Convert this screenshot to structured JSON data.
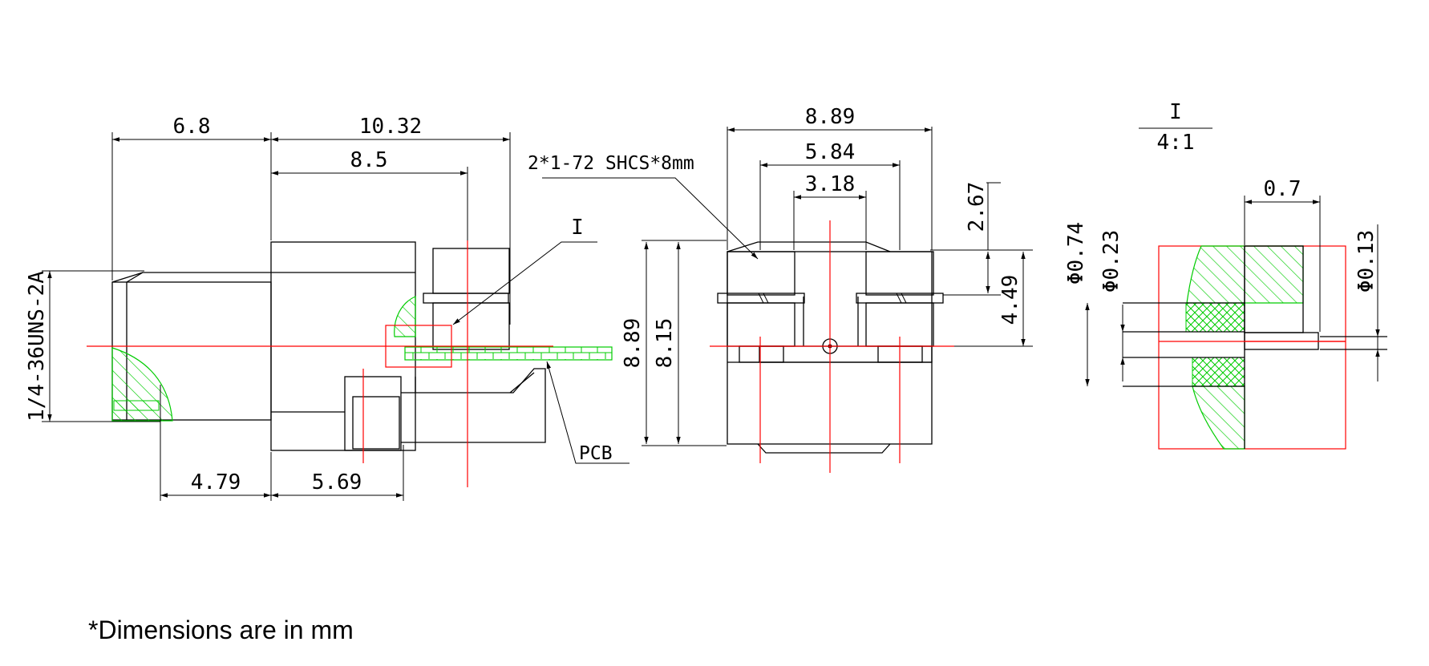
{
  "side_view": {
    "dims": {
      "top_left": "6.8",
      "top_right": "10.32",
      "mid": "8.5",
      "thread": "1/4-36UNS-2A",
      "bottom_left": "4.79",
      "bottom_right": "5.69"
    },
    "detail_callout": "I",
    "pcb_label": "PCB"
  },
  "front_view": {
    "screw_note": "2*1-72 SHCS*8mm",
    "dims": {
      "width_outer": "8.89",
      "width_mid": "5.84",
      "width_inner": "3.18",
      "height_outer": "8.89",
      "height_inner": "8.15",
      "top_offset": "2.67",
      "flange_height": "4.49"
    }
  },
  "detail_view": {
    "title": "I",
    "scale": "4:1",
    "dims": {
      "step_width": "0.7",
      "dia_large": "Φ0.74",
      "dia_small": "Φ0.23",
      "dia_pin": "Φ0.13"
    }
  },
  "footnote": "*Dimensions are in mm",
  "colors": {
    "outline": "#000000",
    "centerline": "#ff0000",
    "hatch": "#00cc00"
  }
}
